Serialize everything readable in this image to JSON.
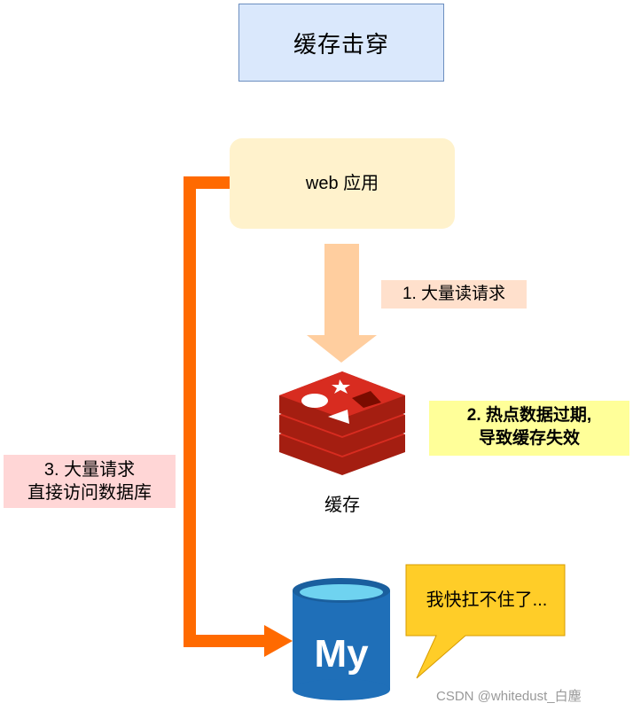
{
  "title": "缓存击穿",
  "web_app": {
    "label": "web 应用"
  },
  "step1": {
    "label": "1. 大量读请求"
  },
  "step2": {
    "line1": "2. 热点数据过期,",
    "line2": "导致缓存失效"
  },
  "step3": {
    "line1": "3. 大量请求",
    "line2": "直接访问数据库"
  },
  "cache": {
    "label": "缓存",
    "icon": "redis-icon"
  },
  "database": {
    "icon": "mysql-database-icon",
    "logo_text": "My"
  },
  "speech": {
    "text": "我快扛不住了..."
  },
  "watermark": "CSDN @whitedust_白塵",
  "colors": {
    "title_fill": "#dae8fc",
    "web_fill": "#fff2cc",
    "arrow_down": "#ffce9f",
    "arrow_orange": "#ff6a00",
    "redis_red": "#c6302b",
    "db_blue": "#1f6fb8",
    "speech_fill": "#ffcd28"
  }
}
